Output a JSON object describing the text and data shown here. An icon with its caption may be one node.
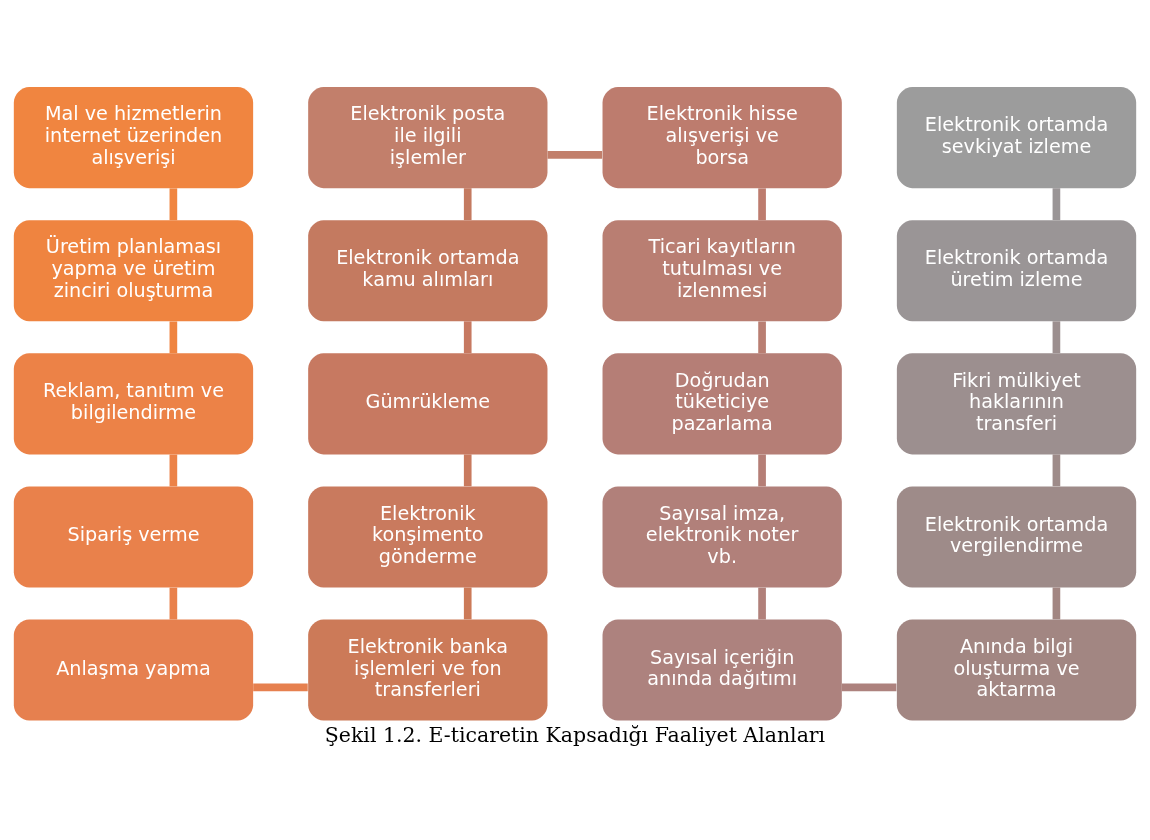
{
  "diagram": {
    "caption": "Şekil 1.2. E-ticaretin Kapsadığı Faaliyet Alanları",
    "nodes": [
      {
        "text": [
          "Mal ve hizmetlerin internet üzerinden alışverişi"
        ]
      },
      {
        "text": [
          "Üretim planlaması yapma ve üretim zinciri oluşturma"
        ]
      },
      {
        "text": [
          "Reklam, tanıtım ve bilgilendirme"
        ]
      },
      {
        "text": [
          "Sipariş verme"
        ]
      },
      {
        "text": [
          "Anlaşma yapma"
        ]
      },
      {
        "text": [
          "Elektronik posta ile ilgili işlemler"
        ]
      },
      {
        "text": [
          "Elektronik ortamda kamu alımları"
        ]
      },
      {
        "text": [
          "Gümrükleme"
        ]
      },
      {
        "text": [
          "Elektronik konşimento gönderme"
        ]
      },
      {
        "text": [
          "Elektronik banka işlemleri ve fon transferleri"
        ]
      },
      {
        "text": [
          "Elektronik hisse alışverişi ve borsa"
        ]
      },
      {
        "text": [
          "Ticari kayıtların tutulması ve izlenmesi"
        ]
      },
      {
        "text": [
          "Doğrudan tüketiciye pazarlama"
        ]
      },
      {
        "text": [
          "Sayısal imza, elektronik noter vb."
        ]
      },
      {
        "text": [
          "Sayısal içeriğin anında dağıtımı"
        ]
      },
      {
        "text": [
          "Elektronik ortamda sevkiyat izleme"
        ]
      },
      {
        "text": [
          "Elektronik ortamda üretim izleme"
        ]
      },
      {
        "text": [
          "Fikri mülkiyet haklarının transferi"
        ]
      },
      {
        "text": [
          "Elektronik ortamda vergilendirme"
        ]
      },
      {
        "text": [
          "Anında bilgi oluşturma ve aktarma"
        ]
      }
    ],
    "edges": [
      {
        "from": 0,
        "to": 1,
        "arrow": "none"
      },
      {
        "from": 1,
        "to": 2,
        "arrow": "none"
      },
      {
        "from": 2,
        "to": 3,
        "arrow": "none"
      },
      {
        "from": 3,
        "to": 4,
        "arrow": "none"
      },
      {
        "from": 4,
        "to": 9,
        "arrow": "none"
      },
      {
        "from": 9,
        "to": 8,
        "arrow": "none"
      },
      {
        "from": 8,
        "to": 7,
        "arrow": "none"
      },
      {
        "from": 7,
        "to": 6,
        "arrow": "none"
      },
      {
        "from": 6,
        "to": 5,
        "arrow": "none"
      },
      {
        "from": 5,
        "to": 10,
        "arrow": "none"
      },
      {
        "from": 10,
        "to": 11,
        "arrow": "none"
      },
      {
        "from": 11,
        "to": 12,
        "arrow": "none"
      },
      {
        "from": 12,
        "to": 13,
        "arrow": "none"
      },
      {
        "from": 13,
        "to": 14,
        "arrow": "none"
      },
      {
        "from": 14,
        "to": 19,
        "arrow": "none"
      },
      {
        "from": 19,
        "to": 18,
        "arrow": "none"
      },
      {
        "from": 18,
        "to": 17,
        "arrow": "none"
      },
      {
        "from": 17,
        "to": 16,
        "arrow": "none"
      },
      {
        "from": 16,
        "to": 15,
        "arrow": "none"
      }
    ]
  }
}
